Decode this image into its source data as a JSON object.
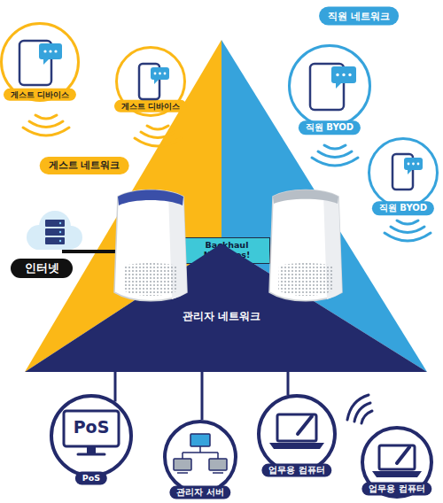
{
  "diagram": {
    "nodes": [
      {
        "text": [
          "게스트 디바이스"
        ]
      },
      {
        "text": [
          "게스트 디바이스"
        ]
      },
      {
        "text": [
          "직원 BYOD"
        ]
      },
      {
        "text": [
          "직원 BYOD"
        ]
      },
      {
        "text": [
          "인터넷"
        ]
      },
      {
        "text": [
          "Backhaul No Wires!"
        ]
      },
      {
        "text": [
          "관리자 네트워크"
        ]
      },
      {
        "text": [
          "PoS",
          "PoS"
        ]
      },
      {
        "text": [
          "관리자 서버"
        ]
      },
      {
        "text": [
          "업무용 컴퓨터"
        ]
      },
      {
        "text": [
          "업무용 컴퓨터"
        ]
      }
    ],
    "edges": [
      {
        "from": 6,
        "to": 7,
        "arrow": "none"
      },
      {
        "from": 6,
        "to": 8,
        "arrow": "none"
      },
      {
        "from": 6,
        "to": 9,
        "arrow": "none"
      }
    ],
    "labels": [
      "게스트 네트워크",
      "직원 네트워크"
    ]
  }
}
